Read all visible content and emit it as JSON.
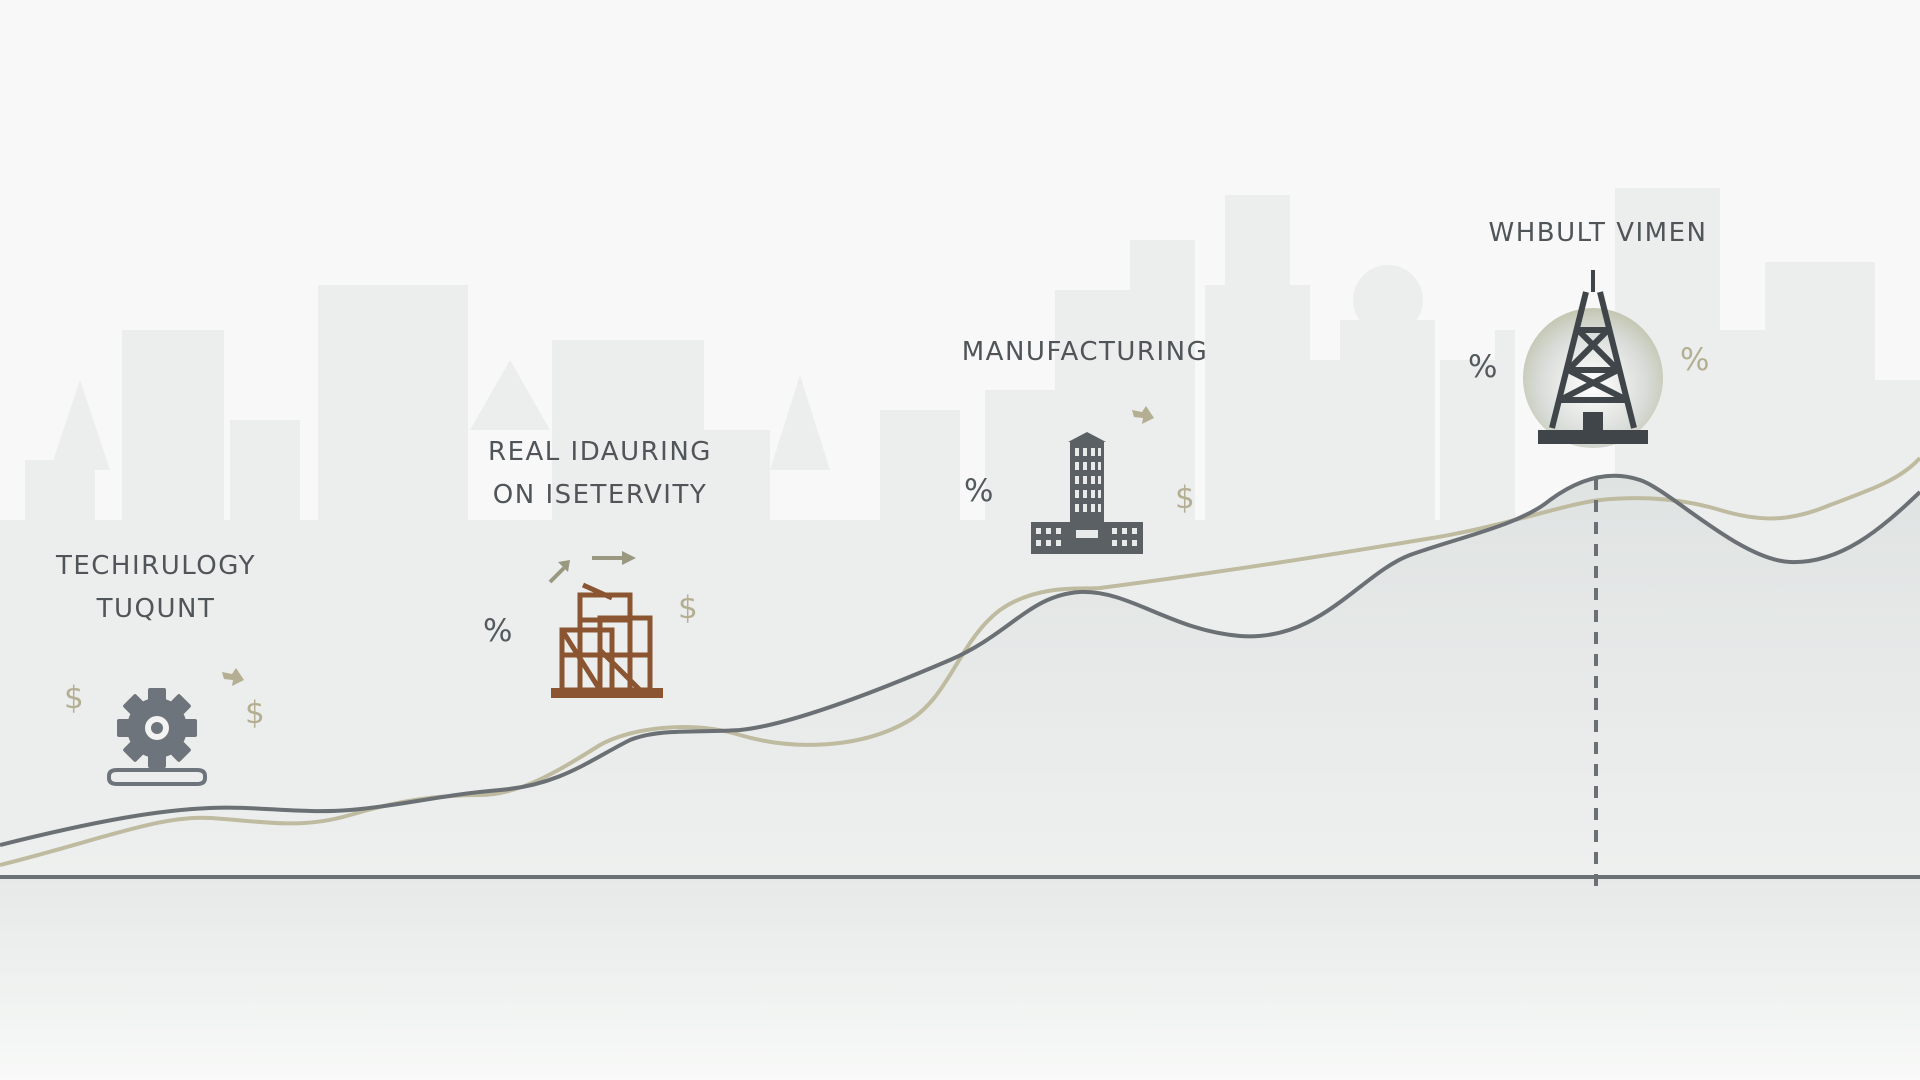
{
  "sectors": [
    {
      "line1": "TECHIRULOGY",
      "line2": "TUQUNT",
      "icon": "gear-icon"
    },
    {
      "line1": "REAL IDAURING",
      "line2": "ON ISETERVITY",
      "icon": "building-frame-icon"
    },
    {
      "line1": "MANUFACTURING",
      "line2": "",
      "icon": "office-tower-icon"
    },
    {
      "line1": "WHBULT VIMEN",
      "line2": "",
      "icon": "oil-derrick-icon"
    }
  ],
  "symbols": {
    "dollar": "$",
    "percent": "%"
  },
  "colors": {
    "background": "#f7f8f7",
    "skyline": "#eceeed",
    "dark_line": "#6b7075",
    "olive_line": "#bfbba0",
    "area_fill": "#e3e6e5",
    "gear": "#6e747b",
    "construction": "#8a5530",
    "tower": "#5a6064",
    "derrick": "#3f4548"
  }
}
